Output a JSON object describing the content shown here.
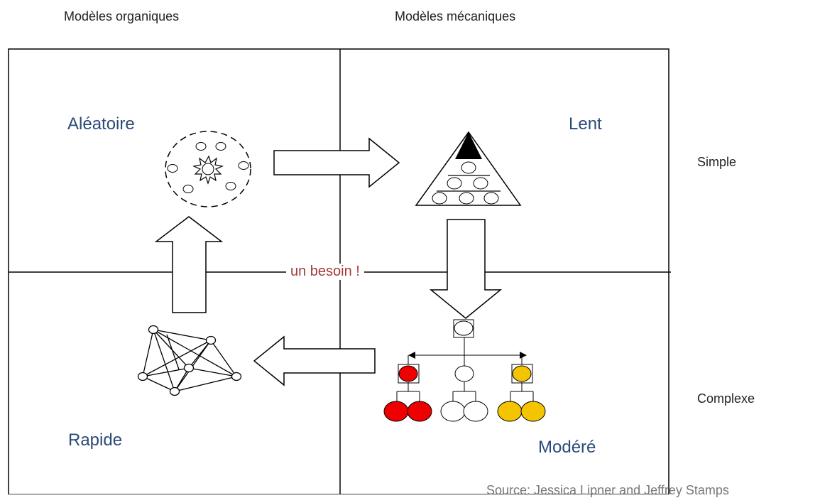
{
  "headers": {
    "organic": "Modèles organiques",
    "mechanical": "Modèles mécaniques"
  },
  "side_labels": {
    "simple": "Simple",
    "complex": "Complexe"
  },
  "quadrants": {
    "top_left": "Aléatoire",
    "top_right": "Lent",
    "bottom_left": "Rapide",
    "bottom_right": "Modéré"
  },
  "center_label": "un besoin !",
  "source": "Source: Jessica Lipner and Jeffrey Stamps",
  "colors": {
    "quadrant_text": "#2a4a7a",
    "center_text": "#a33a3a",
    "red": "#ee0000",
    "yellow": "#f5c400"
  }
}
